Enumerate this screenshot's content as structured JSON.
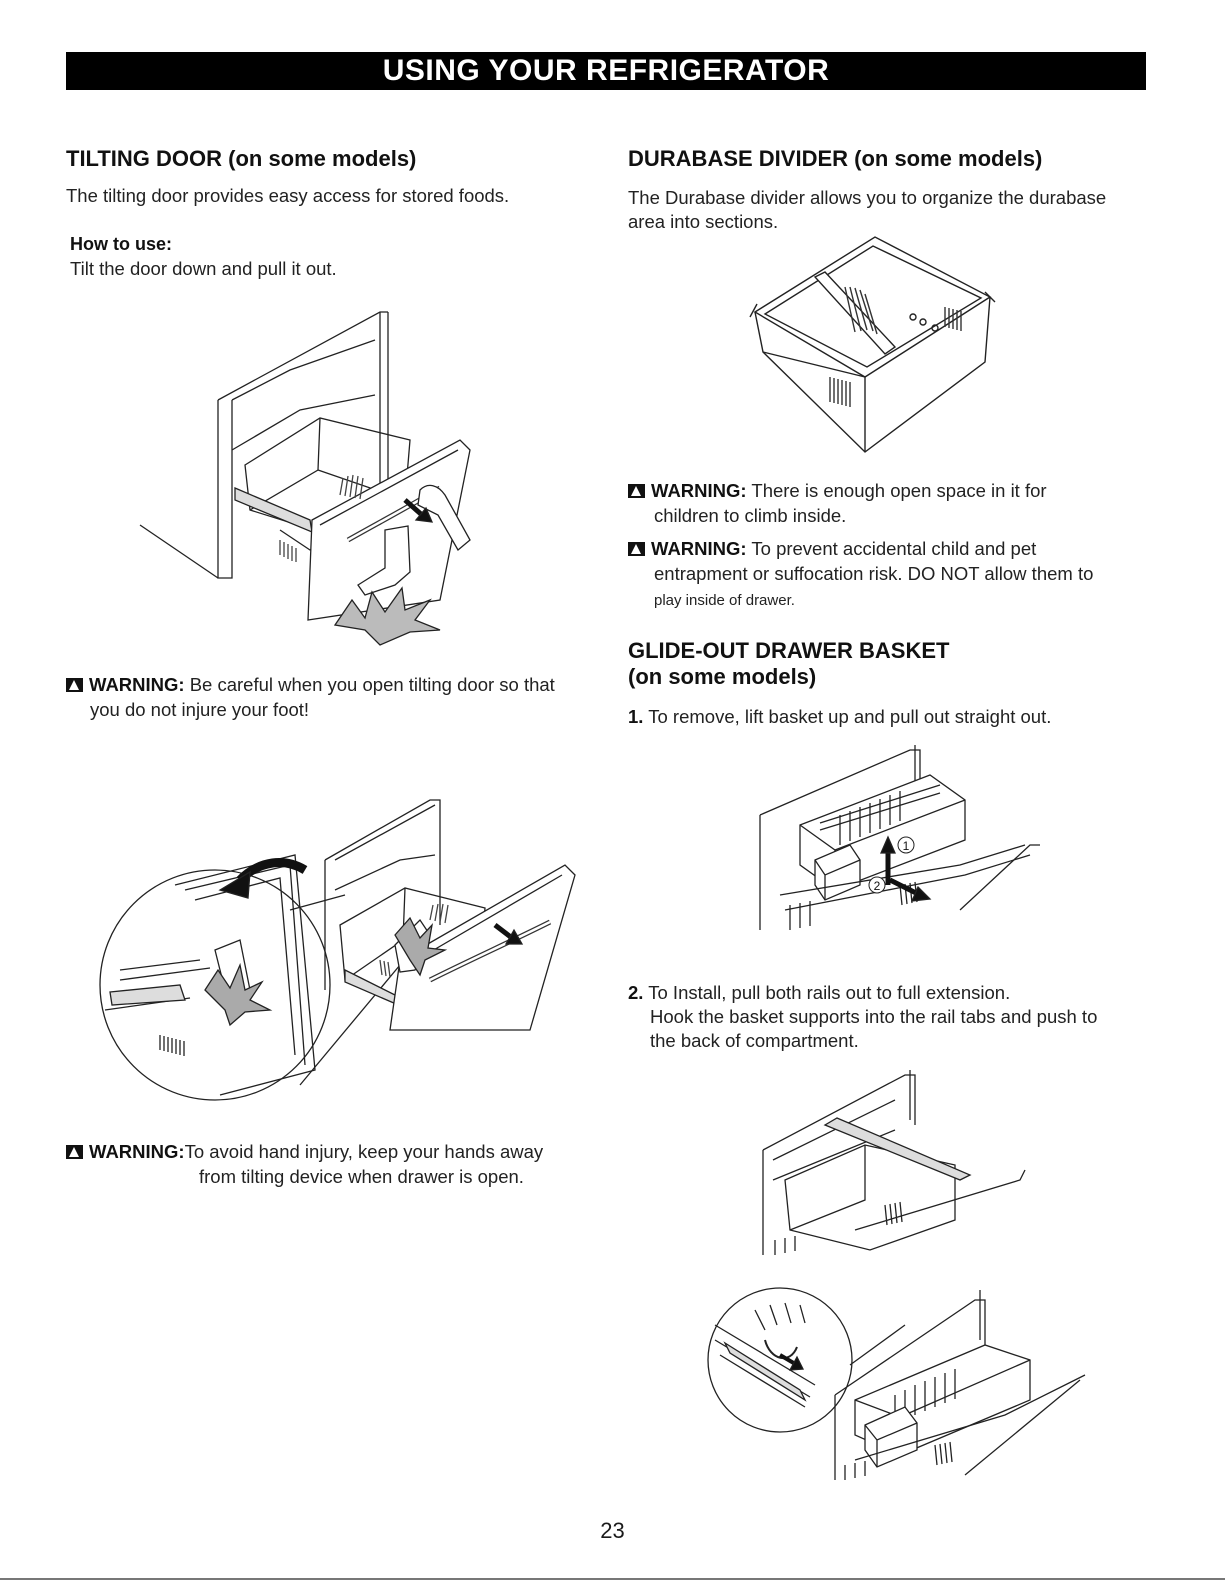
{
  "header": {
    "title": "USING YOUR REFRIGERATOR"
  },
  "tilting_door": {
    "heading": "TILTING DOOR (on some models)",
    "intro": "The tilting door provides easy access for stored foods.",
    "how_to_label": "How to use:",
    "how_to_text": "Tilt the door down and pull it out.",
    "warning1_label": "WARNING:",
    "warning1_text_a": "Be careful when you open tilting door so that",
    "warning1_text_b": "you do not injure your foot!",
    "warning2_label": "WARNING:",
    "warning2_text_a": "To avoid hand injury, keep your hands away",
    "warning2_text_b": "from tilting device when drawer is open."
  },
  "durabase_divider": {
    "heading": "DURABASE DIVIDER (on some models)",
    "intro_a": "The Durabase divider allows you to organize the durabase",
    "intro_b": "area into sections.",
    "warning1_label": "WARNING:",
    "warning1_text_a": "There is enough open space in it for",
    "warning1_text_b": "children to climb inside.",
    "warning2_label": "WARNING:",
    "warning2_text_a": "To prevent accidental child and pet",
    "warning2_text_b": "entrapment or suffocation risk. DO NOT allow them to",
    "warning2_text_c": "play inside of drawer."
  },
  "glide_out": {
    "heading_a": "GLIDE-OUT DRAWER BASKET",
    "heading_b": "(on some models)",
    "step1_num": "1.",
    "step1_text": "To remove, lift basket up and pull out straight out.",
    "step2_num": "2.",
    "step2_text_a": "To Install, pull both rails out to full extension.",
    "step2_text_b": "Hook the basket supports into the rail tabs and push to",
    "step2_text_c": "the back of compartment.",
    "callout_1": "1",
    "callout_2": "2"
  },
  "footer": {
    "page_number": "23"
  }
}
